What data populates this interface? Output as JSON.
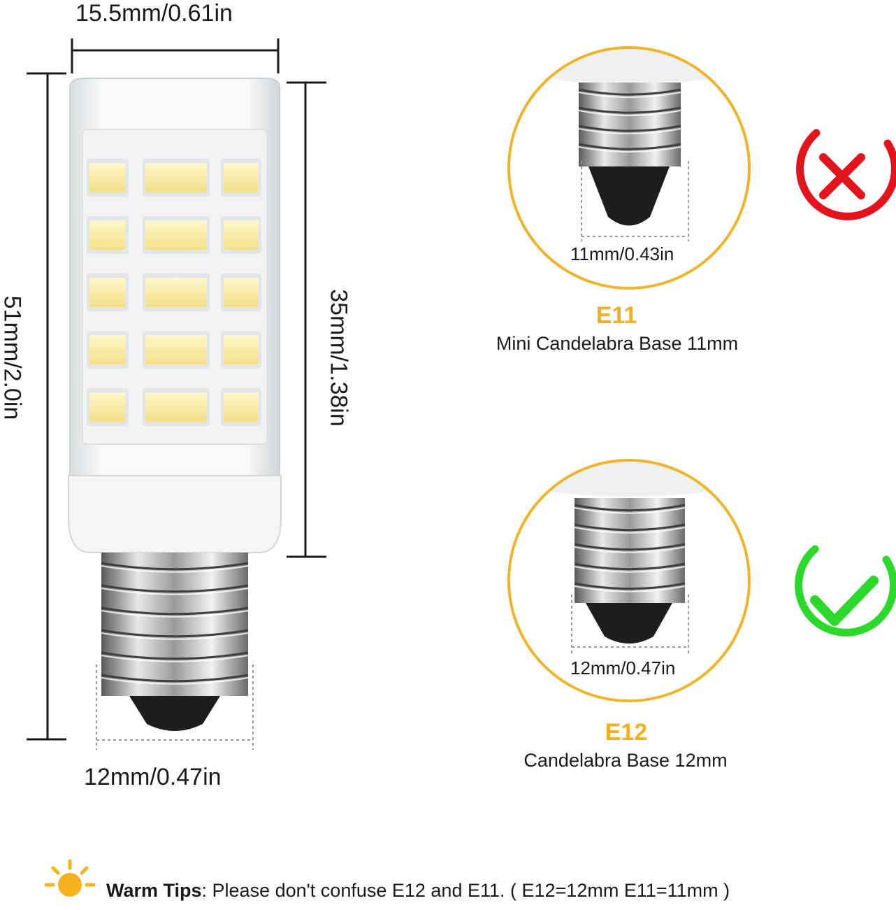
{
  "bulb_dimensions": {
    "width": "15.5mm/0.61in",
    "total_height": "51mm/2.0in",
    "body_height": "35mm/1.38in",
    "base_width": "12mm/0.47in"
  },
  "comparison": [
    {
      "code": "E11",
      "description": "Mini Candelabra Base 11mm",
      "base_width": "11mm/0.43in",
      "verdict": "incorrect",
      "verdict_color": "#e3141b"
    },
    {
      "code": "E12",
      "description": "Candelabra Base 12mm",
      "base_width": "12mm/0.47in",
      "verdict": "correct",
      "verdict_color": "#2bd92b"
    }
  ],
  "tips": {
    "label": "Warm Tips",
    "text": ": Please don't confuse E12 and E11.  ( E12=12mm  E11=11mm )",
    "icon": "sun-icon",
    "icon_color": "#f6b21c"
  },
  "colors": {
    "circle_border": "#f0b429",
    "accent_text": "#f2b01e"
  }
}
